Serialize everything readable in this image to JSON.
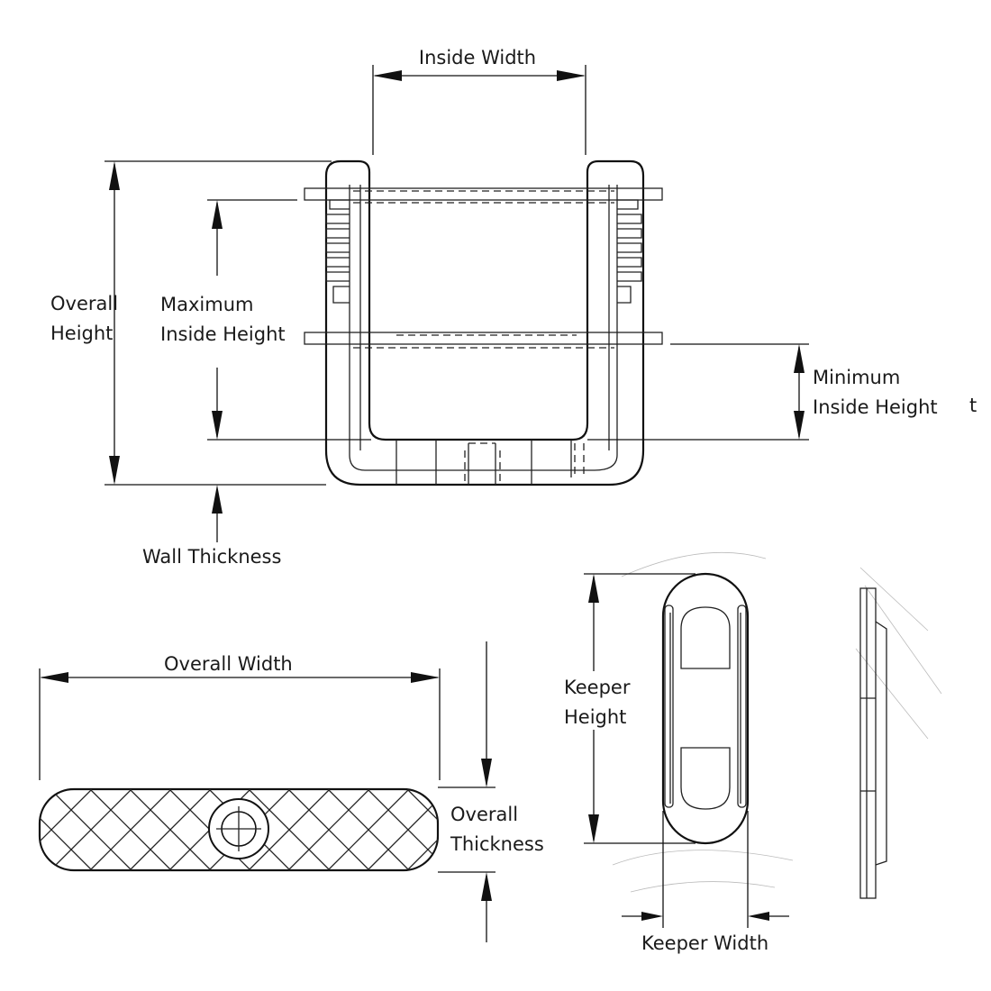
{
  "labels": {
    "inside_width": "Inside Width",
    "overall_height_1": "Overall",
    "overall_height_2": "Height",
    "max_inside_height_1": "Maximum",
    "max_inside_height_2": "Inside Height",
    "min_inside_height_1": "Minimum",
    "min_inside_height_2": "Inside Height",
    "stray_char": "t",
    "wall_thickness": "Wall Thickness",
    "overall_width": "Overall Width",
    "overall_thickness_1": "Overall",
    "overall_thickness_2": "Thickness",
    "keeper_height_1": "Keeper",
    "keeper_height_2": "Height",
    "keeper_width": "Keeper Width"
  },
  "colors": {
    "line": "#111111",
    "background": "#ffffff"
  }
}
